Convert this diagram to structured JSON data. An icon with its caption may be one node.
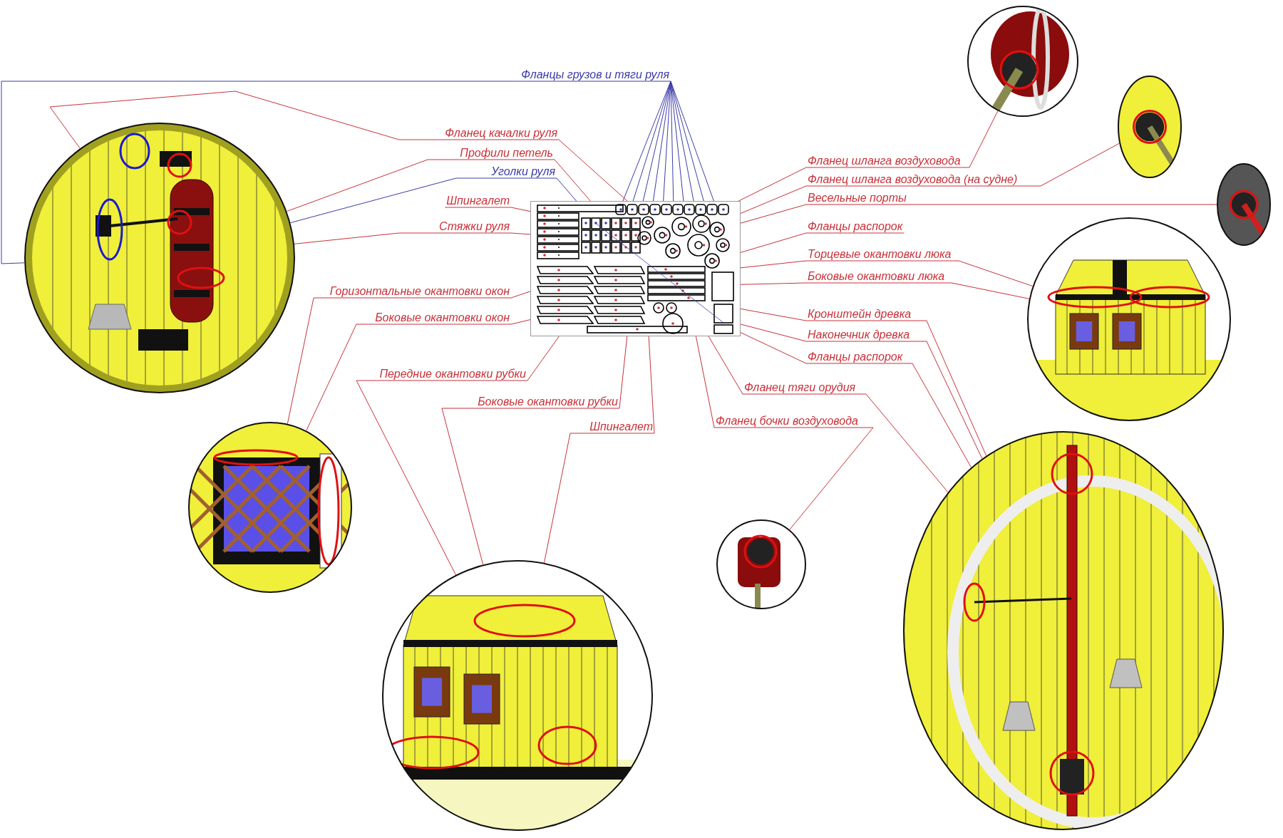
{
  "diagram": {
    "nodes": [
      {
        "text": [],
        "shape": "picture"
      },
      {
        "text": [],
        "shape": "picture"
      },
      {
        "text": [],
        "shape": "picture"
      },
      {
        "text": [],
        "shape": "picture"
      },
      {
        "text": [],
        "shape": "picture"
      },
      {
        "text": [],
        "shape": "picture"
      },
      {
        "text": [],
        "shape": "picture"
      },
      {
        "text": [],
        "shape": "picture"
      },
      {
        "text": [],
        "shape": "picture"
      },
      {
        "text": [],
        "shape": "picture"
      },
      {
        "text": [
          "Фланцы грузов и тяги руля"
        ]
      },
      {
        "text": [
          "Фланец качалки руля"
        ]
      },
      {
        "text": [
          "Профили петель"
        ]
      },
      {
        "text": [
          "Уголки руля"
        ]
      },
      {
        "text": [
          "Шпингалет"
        ]
      },
      {
        "text": [
          "Стяжки руля"
        ]
      },
      {
        "text": [
          "Горизонтальные окантовки окон"
        ]
      },
      {
        "text": [
          "Боковые окантовки окон"
        ]
      },
      {
        "text": [
          "Передние окантовки рубки"
        ]
      },
      {
        "text": [
          "Боковые окантовки рубки"
        ]
      },
      {
        "text": [
          "Шпингалет"
        ]
      },
      {
        "text": [
          "Фланец шланга воздуховода"
        ]
      },
      {
        "text": [
          "Фланец шланга воздуховода (на судне)"
        ]
      },
      {
        "text": [
          "Весельные порты"
        ]
      },
      {
        "text": [
          "Фланцы распорок"
        ]
      },
      {
        "text": [
          "Торцевые окантовки люка"
        ]
      },
      {
        "text": [
          "Боковые окантовки люка"
        ]
      },
      {
        "text": [
          "Кронштейн древка"
        ]
      },
      {
        "text": [
          "Наконечник древка"
        ]
      },
      {
        "text": [
          "Фланцы распорок"
        ]
      },
      {
        "text": [
          "Фланец тяги орудия"
        ]
      },
      {
        "text": [
          "Фланец бочки воздуховода"
        ]
      }
    ],
    "edges": [
      {
        "from": 10,
        "to": 0,
        "arrow": "none",
        "color": "#3c3ca8"
      },
      {
        "from": 10,
        "to": 0,
        "arrow": "none",
        "color": "#3c3ca8"
      },
      {
        "from": 10,
        "to": 0,
        "arrow": "none",
        "color": "#3c3ca8"
      },
      {
        "from": 10,
        "to": 0,
        "arrow": "none",
        "color": "#3c3ca8"
      },
      {
        "from": 10,
        "to": 0,
        "arrow": "none",
        "color": "#3c3ca8"
      },
      {
        "from": 10,
        "to": 0,
        "arrow": "none",
        "color": "#3c3ca8"
      },
      {
        "from": 10,
        "to": 0,
        "arrow": "none",
        "color": "#3c3ca8"
      },
      {
        "from": 10,
        "to": 0,
        "arrow": "none",
        "color": "#3c3ca8"
      },
      {
        "from": 10,
        "to": 0,
        "arrow": "none",
        "color": "#3c3ca8"
      },
      {
        "from": 10,
        "to": 0,
        "arrow": "none",
        "color": "#3c3ca8"
      },
      {
        "from": 10,
        "to": 1,
        "arrow": "none",
        "color": "#3c3ca8"
      },
      {
        "from": 11,
        "to": 0,
        "arrow": "none"
      },
      {
        "from": 11,
        "to": 1,
        "arrow": "none"
      },
      {
        "from": 12,
        "to": 0,
        "arrow": "none"
      },
      {
        "from": 12,
        "to": 1,
        "arrow": "none"
      },
      {
        "from": 13,
        "to": 0,
        "arrow": "none",
        "color": "#3c3ca8"
      },
      {
        "from": 13,
        "to": 1,
        "arrow": "none",
        "color": "#3c3ca8"
      },
      {
        "from": 14,
        "to": 0,
        "arrow": "none"
      },
      {
        "from": 15,
        "to": 0,
        "arrow": "none"
      },
      {
        "from": 15,
        "to": 1,
        "arrow": "none"
      },
      {
        "from": 16,
        "to": 0,
        "arrow": "none"
      },
      {
        "from": 16,
        "to": 6,
        "arrow": "none"
      },
      {
        "from": 17,
        "to": 0,
        "arrow": "none"
      },
      {
        "from": 17,
        "to": 6,
        "arrow": "none"
      },
      {
        "from": 18,
        "to": 0,
        "arrow": "none"
      },
      {
        "from": 18,
        "to": 7,
        "arrow": "none"
      },
      {
        "from": 19,
        "to": 0,
        "arrow": "none"
      },
      {
        "from": 19,
        "to": 7,
        "arrow": "none"
      },
      {
        "from": 20,
        "to": 0,
        "arrow": "none"
      },
      {
        "from": 20,
        "to": 7,
        "arrow": "none"
      },
      {
        "from": 21,
        "to": 0,
        "arrow": "none"
      },
      {
        "from": 21,
        "to": 2,
        "arrow": "none"
      },
      {
        "from": 22,
        "to": 0,
        "arrow": "none"
      },
      {
        "from": 22,
        "to": 3,
        "arrow": "none"
      },
      {
        "from": 23,
        "to": 0,
        "arrow": "none"
      },
      {
        "from": 23,
        "to": 4,
        "arrow": "none"
      },
      {
        "from": 24,
        "to": 0,
        "arrow": "none"
      },
      {
        "from": 25,
        "to": 0,
        "arrow": "none"
      },
      {
        "from": 25,
        "to": 5,
        "arrow": "none"
      },
      {
        "from": 26,
        "to": 0,
        "arrow": "none"
      },
      {
        "from": 26,
        "to": 5,
        "arrow": "none"
      },
      {
        "from": 27,
        "to": 0,
        "arrow": "none"
      },
      {
        "from": 27,
        "to": 9,
        "arrow": "none"
      },
      {
        "from": 28,
        "to": 0,
        "arrow": "none"
      },
      {
        "from": 28,
        "to": 9,
        "arrow": "none"
      },
      {
        "from": 29,
        "to": 0,
        "arrow": "none"
      },
      {
        "from": 29,
        "to": 9,
        "arrow": "none"
      },
      {
        "from": 30,
        "to": 0,
        "arrow": "none"
      },
      {
        "from": 30,
        "to": 9,
        "arrow": "none"
      },
      {
        "from": 31,
        "to": 0,
        "arrow": "none"
      },
      {
        "from": 31,
        "to": 8,
        "arrow": "none"
      }
    ]
  }
}
